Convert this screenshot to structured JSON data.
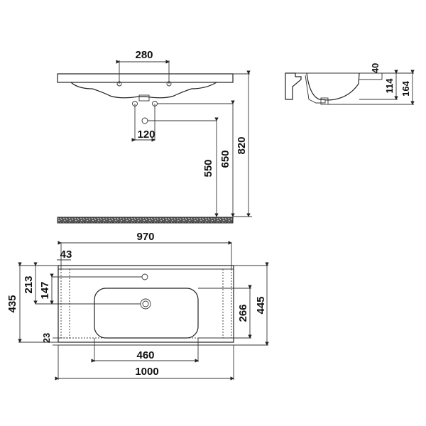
{
  "diagram": {
    "type": "technical-drawing",
    "subject": "washbasin dimensions",
    "front_view": {
      "faucet_holes_spacing": "280",
      "drain_spacing": "120",
      "heights": {
        "drain_outlet": "550",
        "drain_trap": "650",
        "top_surface": "820"
      }
    },
    "side_view": {
      "rim": "40",
      "bowl_depth": "114",
      "total_height": "164"
    },
    "top_view": {
      "inner_width": "970",
      "side_margin": "43",
      "total_depth": "435",
      "faucet_hole_offset": "213",
      "drain_offset": "147",
      "front_edge": "23",
      "bowl_depth": "266",
      "right_depth": "445",
      "bowl_width": "460",
      "total_width": "1000"
    }
  }
}
